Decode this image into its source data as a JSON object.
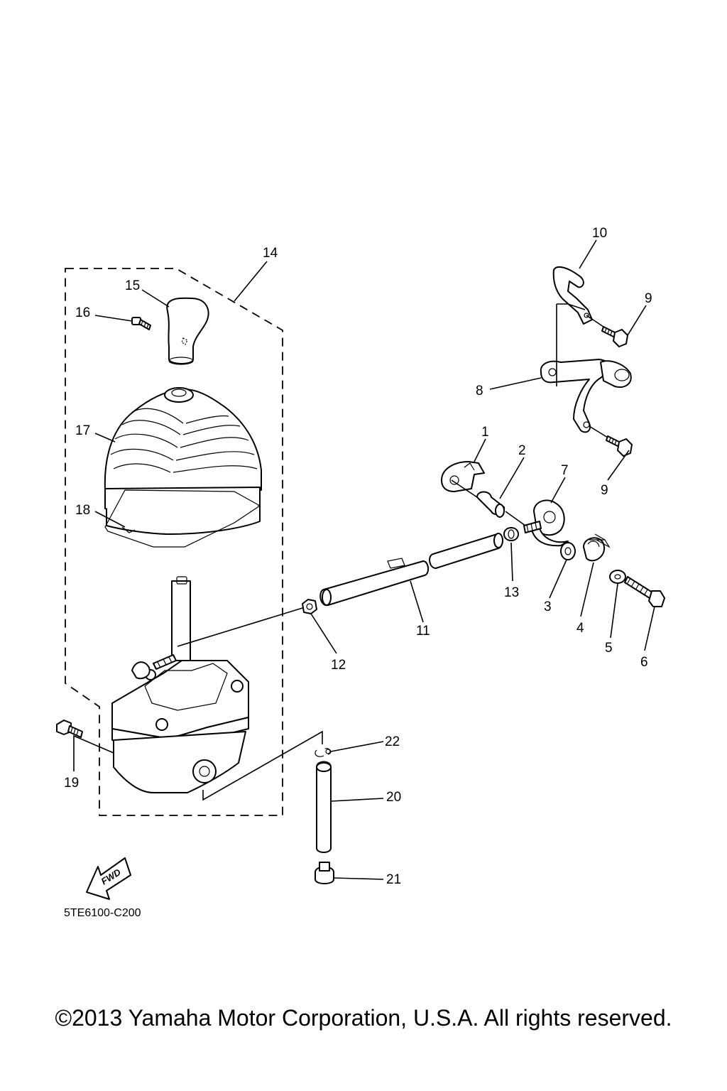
{
  "diagram": {
    "assembly_code": "5TE6100-C200",
    "fwd_label": "FWD",
    "copyright": "©2013 Yamaha Motor Corporation, U.S.A. All rights reserved.",
    "callouts": {
      "p1": "1",
      "p2": "2",
      "p3": "3",
      "p4": "4",
      "p5": "5",
      "p6": "6",
      "p7": "7",
      "p8": "8",
      "p9a": "9",
      "p9b": "9",
      "p10": "10",
      "p11": "11",
      "p12": "12",
      "p13": "13",
      "p14": "14",
      "p15": "15",
      "p16": "16",
      "p17": "17",
      "p18": "18",
      "p19": "19",
      "p20": "20",
      "p21": "21",
      "p22": "22"
    }
  }
}
